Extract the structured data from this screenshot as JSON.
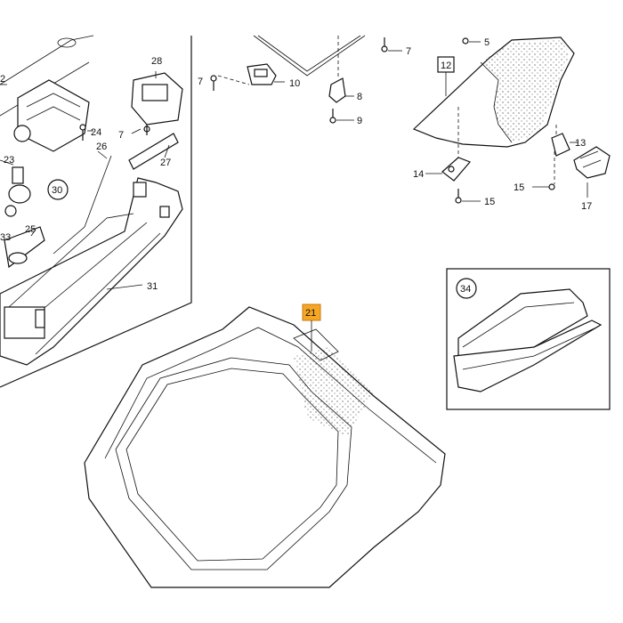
{
  "diagram": {
    "highlight_color": "#f5a623",
    "labels": {
      "l2": "2",
      "l5": "5",
      "l7a": "7",
      "l7b": "7",
      "l7c": "7",
      "l8": "8",
      "l9": "9",
      "l10": "10",
      "l12": "12",
      "l13": "13",
      "l14": "14",
      "l15a": "15",
      "l15b": "15",
      "l17": "17",
      "l21": "21",
      "l23": "23",
      "l24": "24",
      "l25": "25",
      "l26": "26",
      "l27": "27",
      "l28": "28",
      "l30": "30",
      "l31": "31",
      "l33": "33",
      "l34": "34"
    }
  }
}
